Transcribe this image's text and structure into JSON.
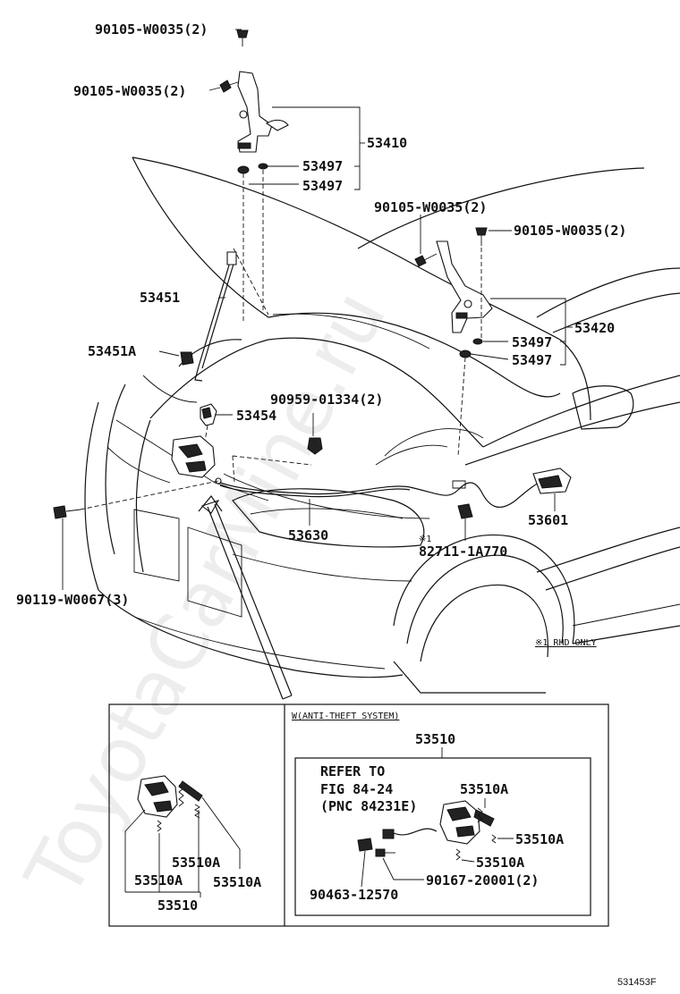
{
  "watermark": "ToyotaCarMine.ru",
  "figure_code": "531453F",
  "note_rhd": "※1 RHD ONLY",
  "callouts": {
    "bolt_top": "90105-W0035(2)",
    "bolt_top2": "90105-W0035(2)",
    "hinge_lh": "53410",
    "cush_lh_1": "53497",
    "cush_lh_2": "53497",
    "bolt_rh_1": "90105-W0035(2)",
    "bolt_rh_2": "90105-W0035(2)",
    "hinge_rh": "53420",
    "cush_rh_1": "53497",
    "cush_rh_2": "53497",
    "support_rod": "53451",
    "rod_holder": "53451A",
    "clip": "90959-01334(2)",
    "lock_catch": "53454",
    "lever": "53601",
    "cable": "53630",
    "switch_note": "※1",
    "switch": "82711-1A770",
    "bolt_lock": "90119-W0067(3)"
  },
  "inset": {
    "left": {
      "lock": "53510",
      "spring_1": "53510A",
      "spring_2": "53510A",
      "spring_3": "53510A"
    },
    "right": {
      "header": "W(ANTI-THEFT SYSTEM)",
      "lock": "53510",
      "refer_1": "REFER TO",
      "refer_2": "FIG 84-24",
      "refer_3": "(PNC 84231E)",
      "spring_a": "53510A",
      "spring_b": "53510A",
      "spring_c": "53510A",
      "screw": "90167-20001(2)",
      "grommet": "90463-12570"
    }
  }
}
